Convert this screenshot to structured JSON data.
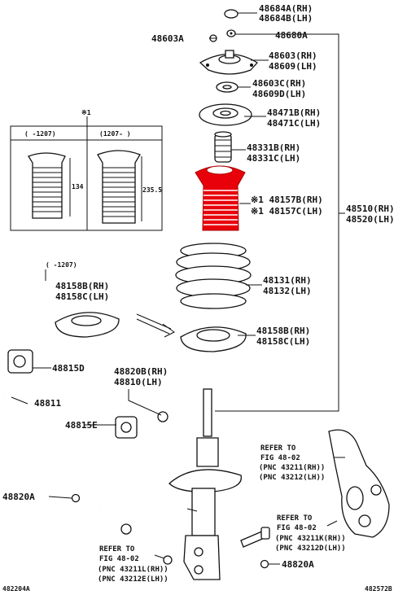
{
  "colors": {
    "highlight": "#e8000b",
    "ink": "#111111",
    "paper": "#ffffff"
  },
  "labels": {
    "p48684a": "48684A(RH)",
    "p48684b": "48684B(LH)",
    "p48680a": "48680A",
    "p48603a": "48603A",
    "p48603": "48603(RH)",
    "p48609": "48609(LH)",
    "p48603c": "48603C(RH)",
    "p48609d": "48609D(LH)",
    "p48471b": "48471B(RH)",
    "p48471c": "48471C(LH)",
    "p48331b": "48331B(RH)",
    "p48331c": "48331C(LH)",
    "p48157b": "※1 48157B(RH)",
    "p48157c": "※1 48157C(LH)",
    "p48510": "48510(RH)",
    "p48520": "48520(LH)",
    "p48131": "48131(RH)",
    "p48132": "48132(LH)",
    "p48158b_right": "48158B(RH)",
    "p48158c_right": "48158C(LH)",
    "p48158b_left": "48158B(RH)",
    "p48158c_left": "48158C(LH)",
    "p48815d": "48815D",
    "p48811": "48811",
    "p48815e": "48815E",
    "p48820b": "48820B(RH)",
    "p48810": "48810(LH)",
    "p48820a_left": "48820A",
    "p48820a_right": "48820A"
  },
  "notes": {
    "inset_marker": "※1",
    "inset_col1": "( -1207)",
    "inset_col2": "(1207- )",
    "dim1": "134",
    "dim2": "235.5",
    "left_note": "( -1207)"
  },
  "refs": {
    "ref1_line1": "REFER TO",
    "ref1_line2": "FIG 48-02",
    "ref1_line3": "(PNC 43211(RH))",
    "ref1_line4": "(PNC 43212(LH))",
    "ref2_line1": "REFER TO",
    "ref2_line2": "FIG 48-02",
    "ref2_line3": "(PNC 43211K(RH))",
    "ref2_line4": "(PNC 43212D(LH))",
    "ref3_line1": "REFER TO",
    "ref3_line2": "FIG 48-02",
    "ref3_line3": "(PNC 43211L(RH))",
    "ref3_line4": "(PNC 43212E(LH))"
  },
  "footer": {
    "left_code": "482204A",
    "right_code": "482572B"
  }
}
